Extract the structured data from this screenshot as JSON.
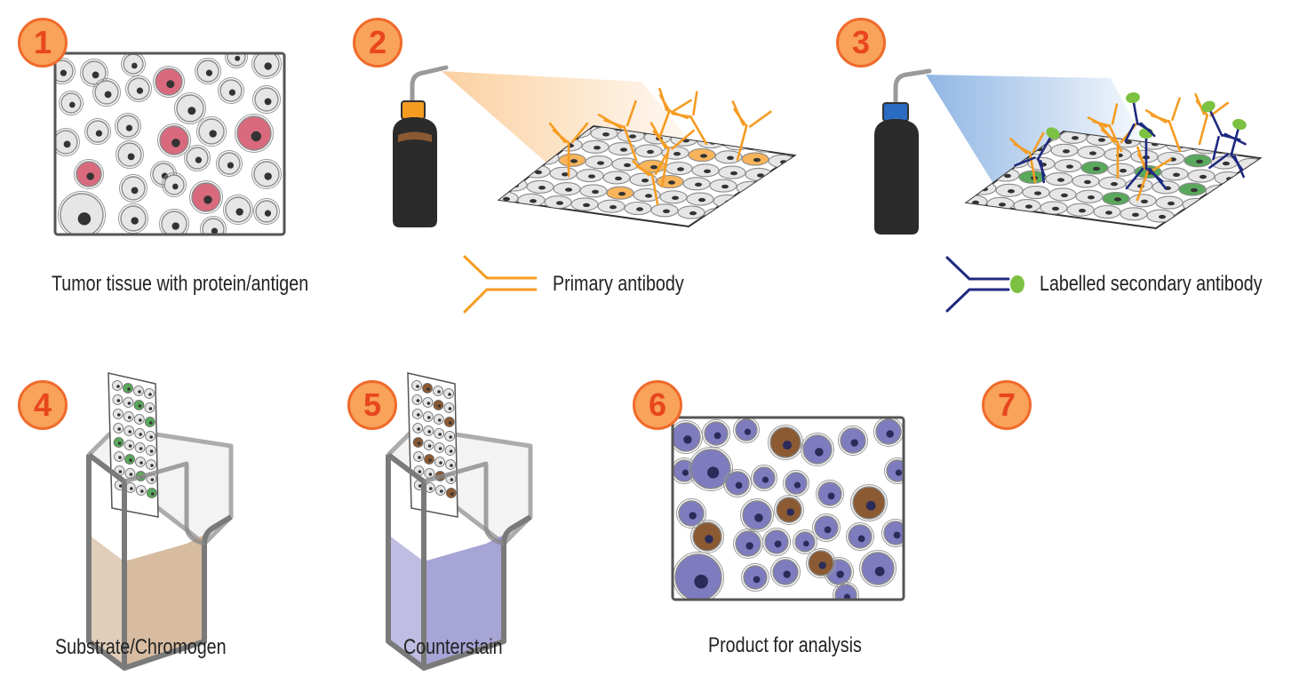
{
  "steps": [
    {
      "number": "1",
      "label": "Tumor tissue with protein/antigen"
    },
    {
      "number": "2",
      "label": ""
    },
    {
      "number": "3",
      "label": ""
    },
    {
      "number": "4",
      "label": "Substrate/Chromogen"
    },
    {
      "number": "5",
      "label": "Counterstain"
    },
    {
      "number": "6",
      "label": "Product for analysis"
    },
    {
      "number": "7",
      "label": ""
    }
  ],
  "legend": {
    "primary": "Primary antibody",
    "secondary": "Labelled secondary antibody"
  },
  "colors": {
    "badge_fill": "#f8a25a",
    "badge_stroke": "#f06a2a",
    "badge_text": "#e8461e",
    "antigen_cell": "#d96a7e",
    "primary_antibody": "#f59c22",
    "secondary_antibody": "#1f2a80",
    "label_green": "#7cc142",
    "green_cell": "#5aa85c",
    "brown_cell": "#8b5a33",
    "purple_cell": "#7e7cbf",
    "grey_cell": "#e6e6e6",
    "bottle": "#2b2b2b"
  }
}
